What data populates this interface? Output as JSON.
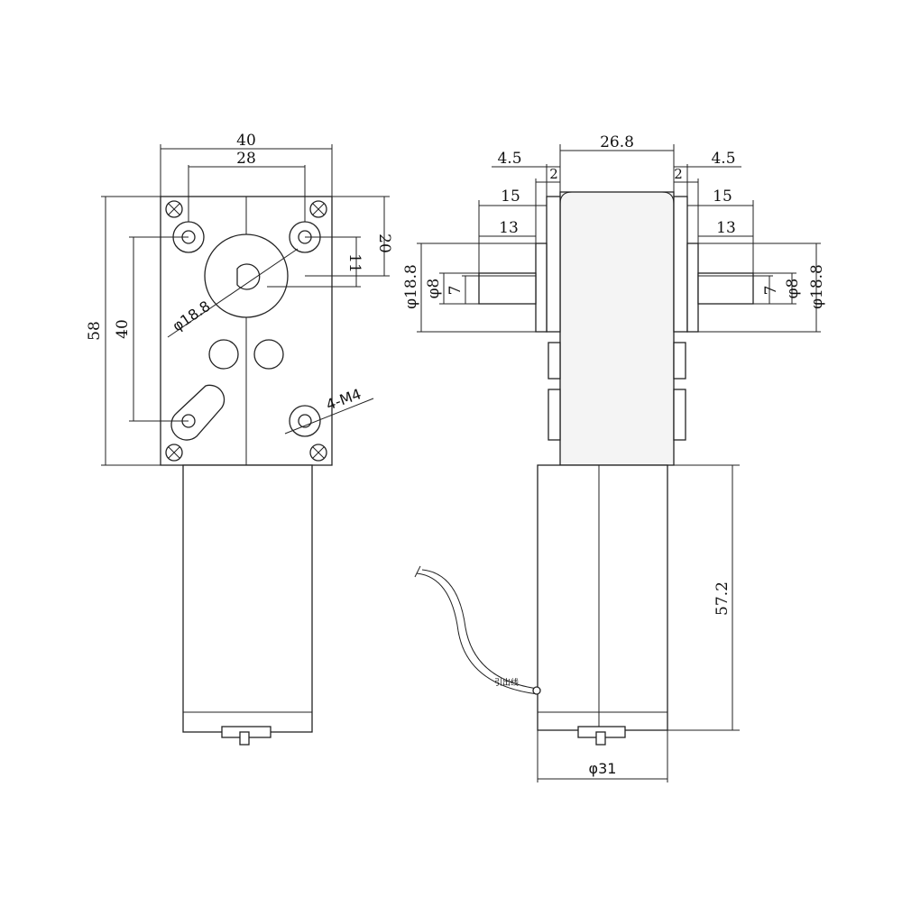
{
  "front_view": {
    "width_outer": "40",
    "width_holes": "28",
    "height_total": "58",
    "hole_spacing_vertical": "40",
    "offset_top": "20",
    "shaft_offset": "11",
    "boss_diameter": "φ18.8",
    "mount_thread": "4-M4"
  },
  "side_view": {
    "body_width": "26.8",
    "left_flange": "4.5",
    "left_gap": "2",
    "right_flange": "4.5",
    "right_gap": "2",
    "left_shaft_length": "15",
    "left_flat_length": "13",
    "right_shaft_length": "15",
    "right_flat_length": "13",
    "left_boss_diameter": "φ18.8",
    "left_shaft_diameter": "φ8",
    "left_flat_width": "7",
    "right_boss_diameter": "φ18.8",
    "right_shaft_diameter": "φ8",
    "right_flat_width": "7",
    "motor_length": "57.2",
    "motor_diameter": "φ31",
    "lead_wire_label": "引出线"
  }
}
